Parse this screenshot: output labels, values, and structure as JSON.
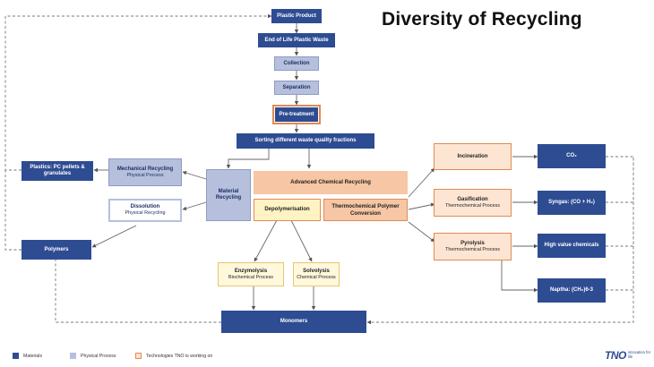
{
  "title": "Diversity of Recycling",
  "nodes": {
    "plastic_product": "Plastic Product",
    "end_of_life": "End of Life Plastic Waste",
    "collection": "Collection",
    "separation": "Separation",
    "pre_treatment": "Pre-treatment",
    "sorting": "Sorting different waste quality fractions",
    "mechanical": {
      "title": "Mechanical Recycling",
      "sub": "Physical Process"
    },
    "dissolution": {
      "title": "Dissolution",
      "sub": "Physical Recycling"
    },
    "material_recycling": "Material Recycling",
    "advanced_chemical": "Advanced Chemical Recycling",
    "depolymerisation": "Depolymerisation",
    "thermochemical_conversion": "Thermochemical Polymer Conversion",
    "plastics_pellets": "Plastics: PC pellets & granulates",
    "polymers": "Polymers",
    "enzymolysis": {
      "title": "Enzymolysis",
      "sub": "Biochemical Process"
    },
    "solvolysis": {
      "title": "Solvolysis",
      "sub": "Chemical Process"
    },
    "monomers": "Monomers",
    "incineration": "Incineration",
    "gasification": {
      "title": "Gasification",
      "sub": "Thermochemical Process"
    },
    "pyrolysis": {
      "title": "Pyrolysis",
      "sub": "Thermochemical Process"
    },
    "co2": "CO₂",
    "syngas": "Syngas: (CO + H₂)",
    "high_value": "High value chemicals",
    "naptha": "Naptha: (CH₂)6-3"
  },
  "legend": {
    "materials": "Materials",
    "physical": "Physical Process",
    "tno": "Technologies TNO is working on"
  },
  "logo": {
    "word": "TNO",
    "tagline": "innovation for life"
  },
  "colors": {
    "material": "#2e4c92",
    "physical": "#b6c0dd",
    "tno_border": "#e08b53",
    "tno_fill": "#fde5d3"
  }
}
